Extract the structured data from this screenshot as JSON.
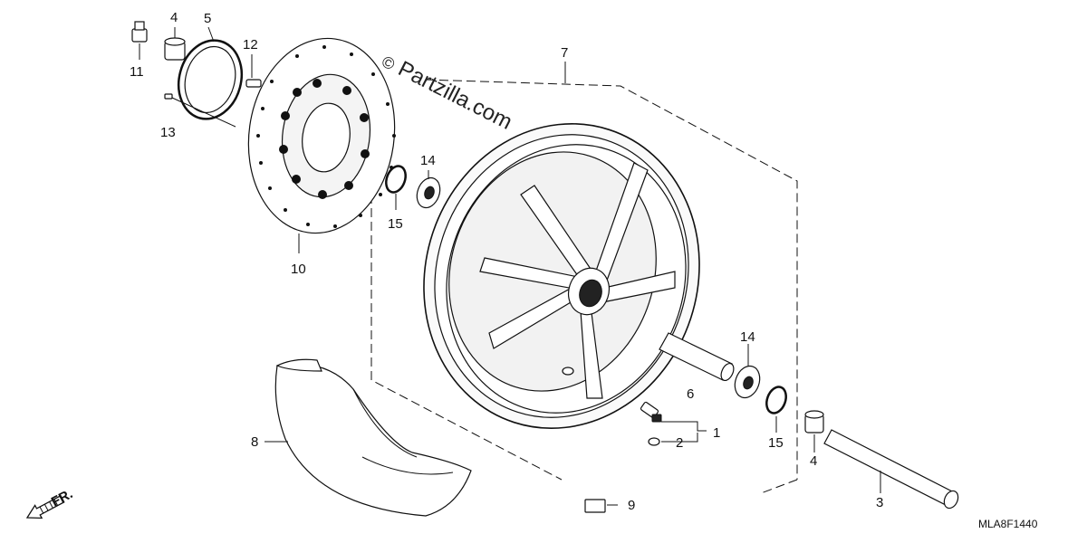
{
  "diagram": {
    "diagram_code": "MLA8F1440",
    "watermark": "Partzilla.com",
    "watermark_symbol": "©",
    "direction_label": "FR."
  },
  "callouts": {
    "c1": "1",
    "c2": "2",
    "c3": "3",
    "c4a": "4",
    "c4b": "4",
    "c5": "5",
    "c6": "6",
    "c7": "7",
    "c8": "8",
    "c9": "9",
    "c10": "10",
    "c11": "11",
    "c12": "12",
    "c13": "13",
    "c14a": "14",
    "c14b": "14",
    "c15a": "15",
    "c15b": "15"
  },
  "parts": {
    "bolt_11": "flange-bolt",
    "collar_4a": "side-collar",
    "pulser_ring_5": "pulser-ring",
    "screw_12": "screw",
    "screw_13": "screw",
    "brake_disc_10": "front-brake-disc",
    "dust_seal_15a": "dust-seal",
    "bearing_14a": "radial-ball-bearing",
    "wheel_7": "front-wheel",
    "fender_8": "wheel-fender",
    "distance_collar_6": "distance-collar",
    "bearing_14b": "radial-ball-bearing",
    "dust_seal_15b": "dust-seal",
    "collar_4b": "side-collar",
    "axle_3": "front-wheel-axle",
    "valve_1": "air-valve",
    "oring_2": "o-ring",
    "weight_9": "balance-weight"
  }
}
